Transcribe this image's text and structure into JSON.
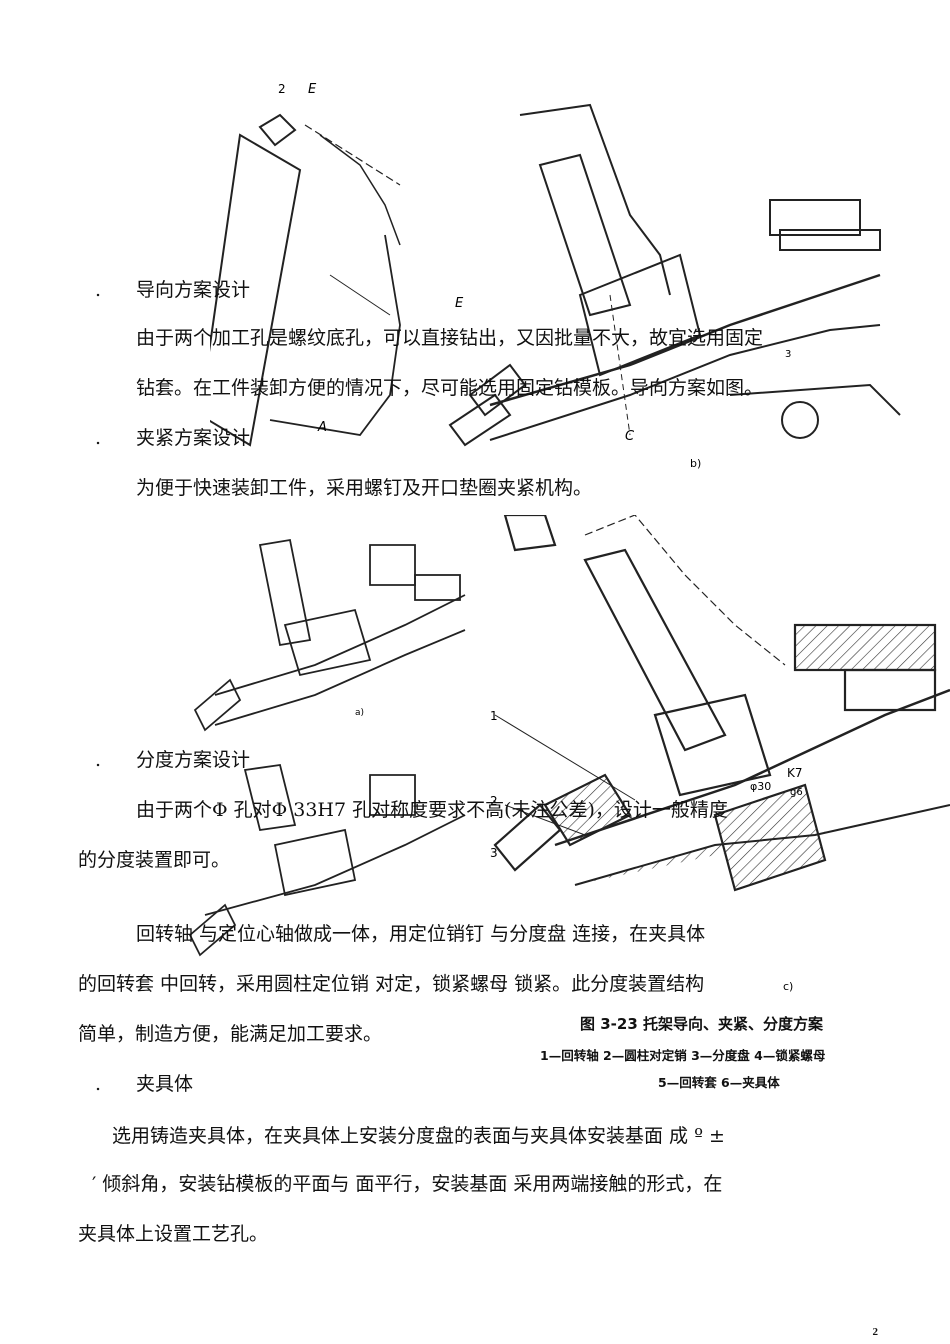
{
  "sections": [
    {
      "heading": "导向方案设计",
      "paragraphs": [
        "由于两个加工孔是螺纹底孔，可以直接钻出，又因批量不大，故宜选用固定",
        "钻套。在工件装卸方便的情况下，尽可能选用固定钻模板。导向方案如图。"
      ]
    },
    {
      "heading": "夹紧方案设计",
      "paragraphs": [
        "为便于快速装卸工件，采用螺钉及开口垫圈夹紧机构。"
      ]
    },
    {
      "heading": "分度方案设计",
      "paragraphs": [
        "由于两个Φ 孔对Φ 33H7 孔对称度要求不高(未注公差)，设计一般精度",
        "的分度装置即可。",
        "回转轴 与定位心轴做成一体，用定位销钉 与分度盘 连接，在夹具体",
        "的回转套 中回转，采用圆柱定位销 对定，锁紧螺母 锁紧。此分度装置结构",
        "简单，制造方便，能满足加工要求。"
      ]
    },
    {
      "heading": "夹具体",
      "paragraphs": [
        "选用铸造夹具体，在夹具体上安装分度盘的表面与夹具体安装基面 成 º ±",
        "′ 倾斜角，安装钻模板的平面与 面平行，安装基面 采用两端接触的形式，在",
        "夹具体上设置工艺孔。"
      ]
    }
  ],
  "bullet": ".",
  "figure_labels": {
    "top_left": [
      "2",
      "E",
      "A"
    ],
    "top_right": [
      "E",
      "C",
      "3",
      "b)"
    ],
    "bottom_left": [
      "a)"
    ],
    "bottom_right": [
      "1",
      "2",
      "3",
      "K7",
      "g6",
      "φ30",
      "c)"
    ]
  },
  "caption": {
    "title": "图 3-23 托架导向、夹紧、分度方案",
    "legend_line1": "1—回转轴 2—圆柱对定销 3—分度盘 4—锁紧螺母",
    "legend_line2": "5—回转套 6—夹具体"
  },
  "page_number": "2"
}
